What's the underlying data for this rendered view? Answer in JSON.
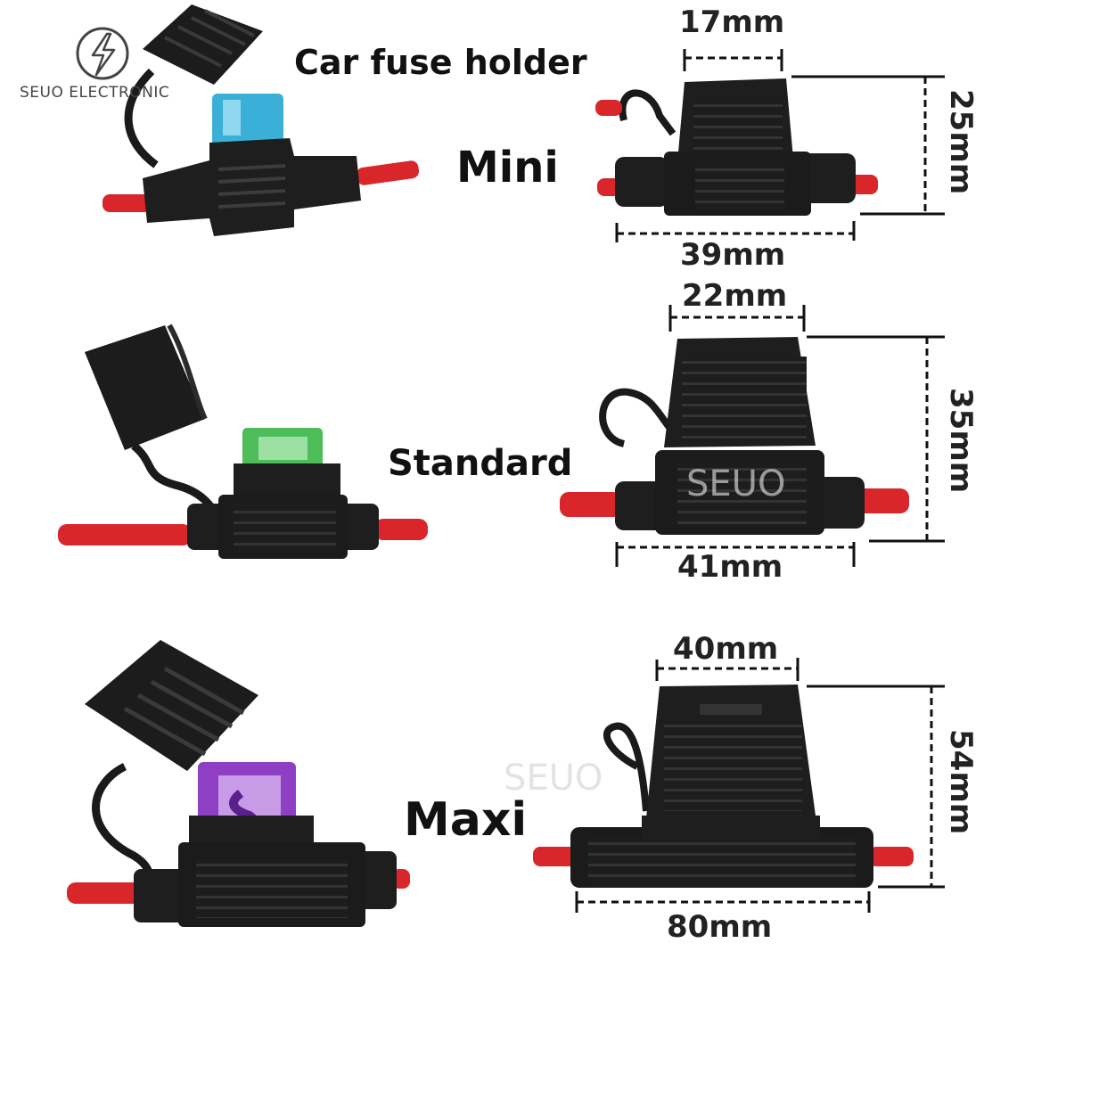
{
  "brand": {
    "name": "SEUO ELECTRONIC",
    "icon": "lightning-bolt-icon"
  },
  "title": "Car fuse holder",
  "watermark": "SEUO",
  "colors": {
    "holder": "#1f1f1f",
    "wire": "#d9262b",
    "mini_fuse": "#3ab0d8",
    "standard_fuse": "#4dbd5a",
    "maxi_fuse": "#8e3fc4"
  },
  "holders": [
    {
      "type": "Mini",
      "fuse_color": "blue",
      "width": "17mm",
      "height": "25mm",
      "length": "39mm"
    },
    {
      "type": "Standard",
      "fuse_color": "green",
      "width": "22mm",
      "height": "35mm",
      "length": "41mm"
    },
    {
      "type": "Maxi",
      "fuse_color": "purple",
      "width": "40mm",
      "height": "54mm",
      "length": "80mm"
    }
  ]
}
